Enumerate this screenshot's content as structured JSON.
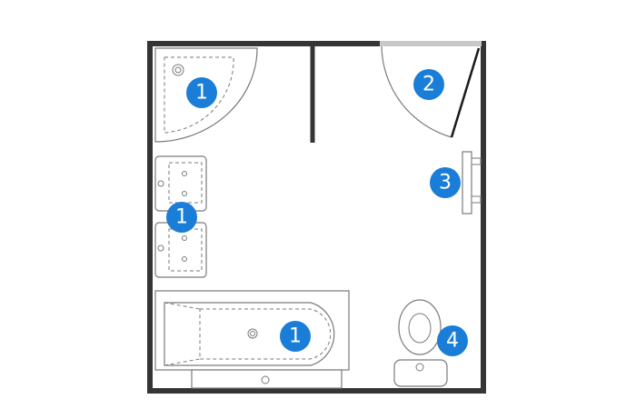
{
  "colors": {
    "wall": "#353535",
    "fixture_outline": "#7a7a7a",
    "marker_fill": "#1a7dd7",
    "marker_text": "#ffffff",
    "window": "#c8c8c8",
    "door": "#1a1a1a"
  },
  "markers": [
    {
      "id": "shower",
      "label": "1",
      "icon": "shower-tray-icon"
    },
    {
      "id": "door",
      "label": "2",
      "icon": "door-swing-icon"
    },
    {
      "id": "towel-rail",
      "label": "3",
      "icon": "towel-radiator-icon"
    },
    {
      "id": "sinks",
      "label": "1",
      "icon": "double-sink-icon"
    },
    {
      "id": "bathtub",
      "label": "1",
      "icon": "bathtub-icon"
    },
    {
      "id": "toilet",
      "label": "4",
      "icon": "toilet-icon"
    }
  ]
}
